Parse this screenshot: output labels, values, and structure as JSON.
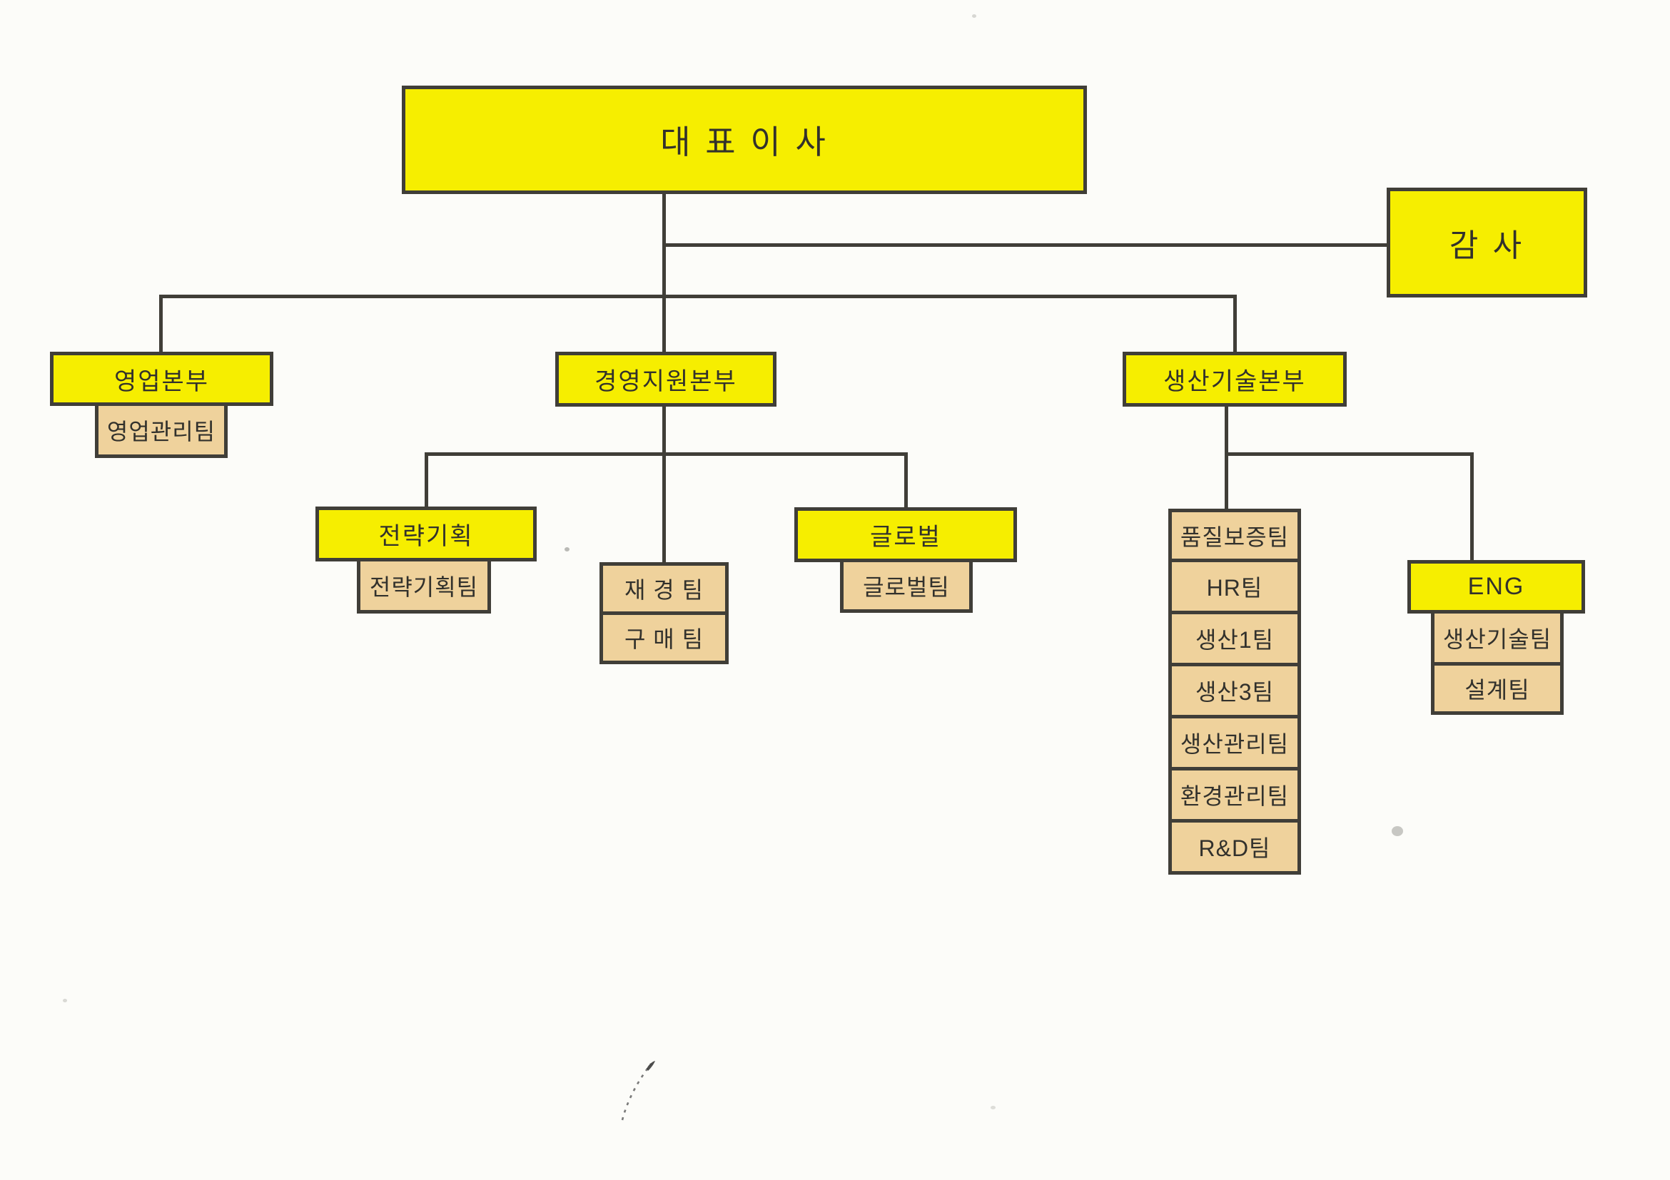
{
  "org": {
    "ceo": {
      "label": "대 표 이 사"
    },
    "auditor": {
      "label": "감 사"
    },
    "divisions": [
      {
        "name": "영업본부",
        "teams": [
          "영업관리팀"
        ]
      },
      {
        "name": "경영지원본부",
        "groups": [
          {
            "name": "전략기획",
            "teams": [
              "전략기획팀"
            ]
          },
          {
            "teams": [
              "재 경 팀",
              "구 매 팀"
            ]
          },
          {
            "name": "글로벌",
            "teams": [
              "글로벌팀"
            ]
          }
        ]
      },
      {
        "name": "생산기술본부",
        "groups": [
          {
            "teams": [
              "품질보증팀",
              "HR팀",
              "생산1팀",
              "생산3팀",
              "생산관리팀",
              "환경관리팀",
              "R&D팀"
            ]
          },
          {
            "name": "ENG",
            "teams": [
              "생산기술팀",
              "설계팀"
            ]
          }
        ]
      }
    ]
  },
  "colors": {
    "division_fill": "#f6ee00",
    "team_fill": "#efd29c",
    "line_and_border": "#403e38",
    "background": "#fcfcf9"
  }
}
